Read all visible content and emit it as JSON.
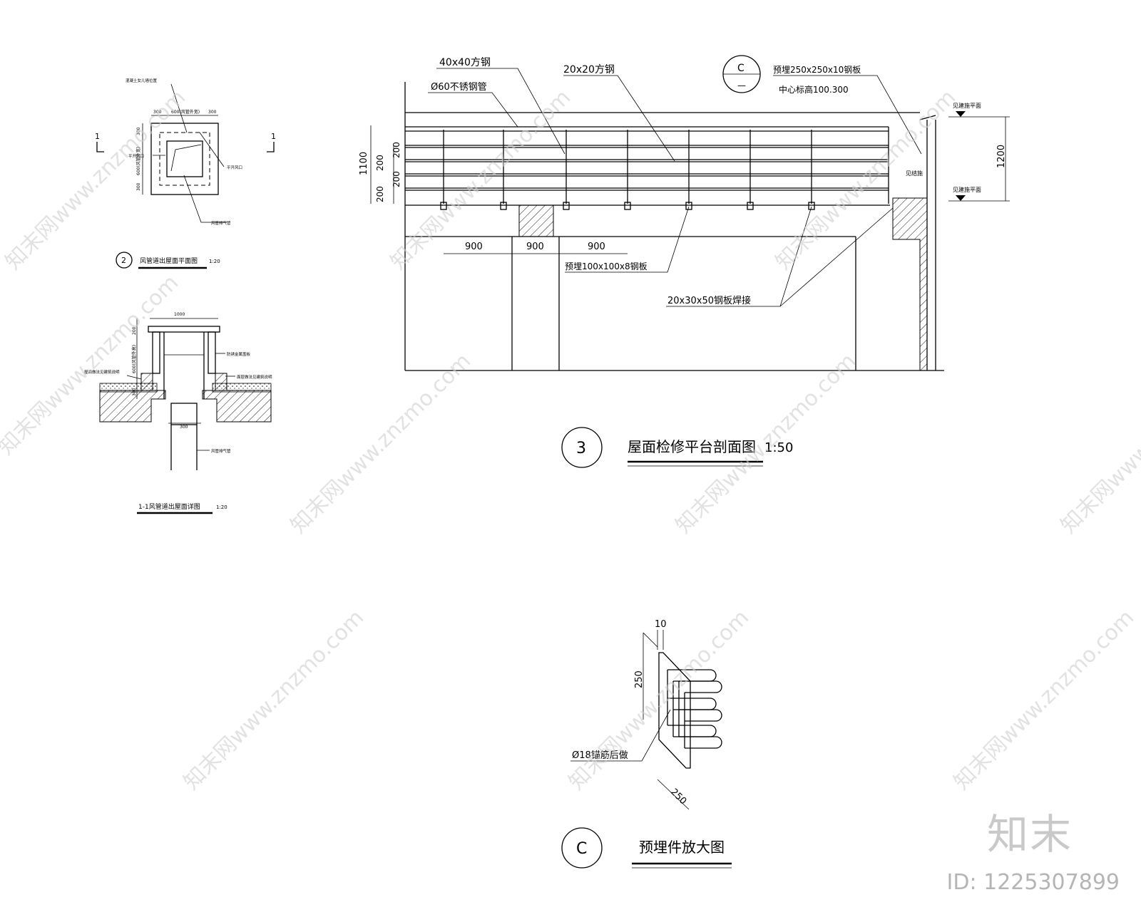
{
  "watermark": {
    "text": "知末网www.znzmo.com",
    "logo": "知末",
    "image_id": "ID: 1225307899"
  },
  "detail2": {
    "number": "2",
    "title": "风管道出屋面平面图",
    "scale": "1:20",
    "section_mark": "1",
    "dims_top": [
      "300",
      "600(风管外宽)",
      "300"
    ],
    "dims_left": [
      "300",
      "600(风管外宽)",
      "300"
    ],
    "labels": [
      "混凝土女儿墙位置",
      "平开风口",
      "平开风口",
      "风管排气管"
    ]
  },
  "detail11": {
    "title": "1-1风管道出屋面详图",
    "scale": "1:20",
    "dim_top": "1000",
    "dim_bottom": "300",
    "dims_left": [
      "200",
      "600(风管外高)",
      "300"
    ],
    "labels": [
      "防锈金属盖板",
      "面层做法见建筑说明",
      "屋面做法见建筑说明",
      "风管排气管"
    ]
  },
  "detail3": {
    "number": "3",
    "title": "屋面检修平台剖面图",
    "scale": "1:50",
    "callout": {
      "letter": "C",
      "dash": "—"
    },
    "labels": {
      "square_steel_40": "40x40方钢",
      "square_steel_20": "20x20方钢",
      "stainless_pipe": "Ø60不锈钢管",
      "embed_plate": "预埋250x250x10钢板",
      "center_elev": "中心标高100.300",
      "base_plate": "预埋100x100x8钢板",
      "weld_plate": "20x30x50钢板焊接",
      "wall_label": "见结施",
      "level_top": "见建施平面",
      "level_bottom": "见建施平面"
    },
    "dims_left": [
      "1100",
      "200",
      "200",
      "200",
      "200"
    ],
    "dims_bottom": [
      "900",
      "900",
      "900"
    ],
    "dim_right": "1200"
  },
  "detailC": {
    "letter": "C",
    "title": "预埋件放大图",
    "dim_thickness": "10",
    "dim_height": "250",
    "dim_width": "250",
    "anchor_label": "Ø18锚筋后做"
  }
}
